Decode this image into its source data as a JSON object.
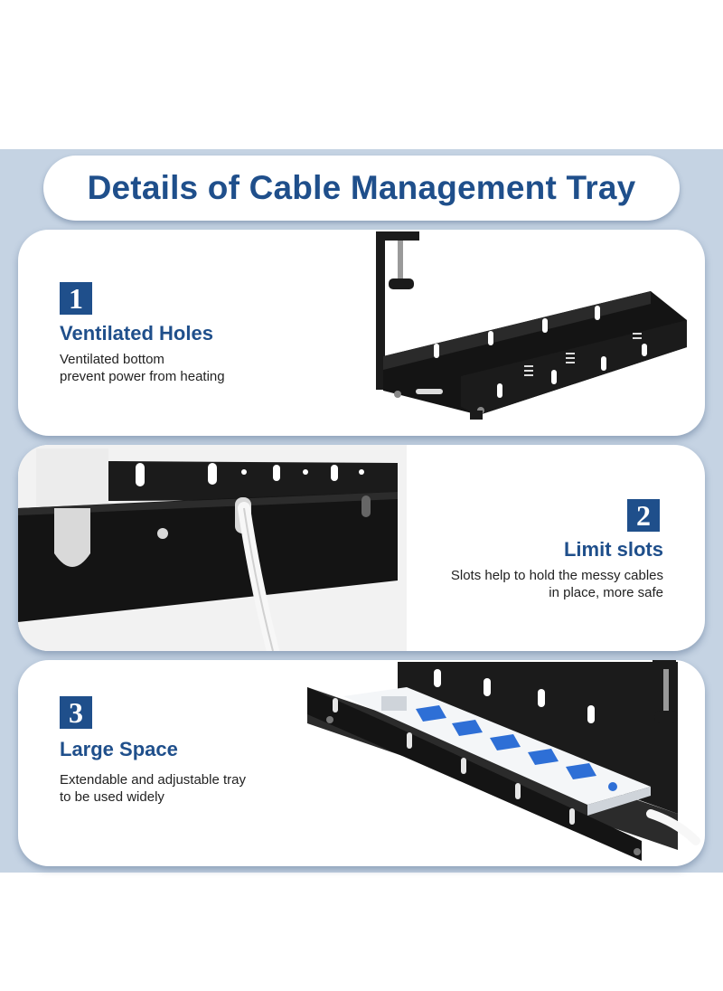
{
  "title": "Details of Cable Management Tray",
  "features": [
    {
      "number": "1",
      "title": "Ventilated Holes",
      "desc_line1": "Ventilated bottom",
      "desc_line2": "prevent power from heating",
      "image_icon": "tray-with-clamp-photo"
    },
    {
      "number": "2",
      "title": "Limit slots",
      "desc_line1": "Slots help to hold the messy cables",
      "desc_line2": "in place, more safe",
      "image_icon": "tray-slots-closeup-photo"
    },
    {
      "number": "3",
      "title": "Large Space",
      "desc_line1": "Extendable and adjustable tray",
      "desc_line2": "to be used widely",
      "image_icon": "tray-with-power-strip-photo"
    }
  ],
  "colors": {
    "accent": "#1f4f8b",
    "background_band": "#c5d3e3",
    "tray": "#1b1b1b",
    "outlet": "#2e6fd6"
  }
}
